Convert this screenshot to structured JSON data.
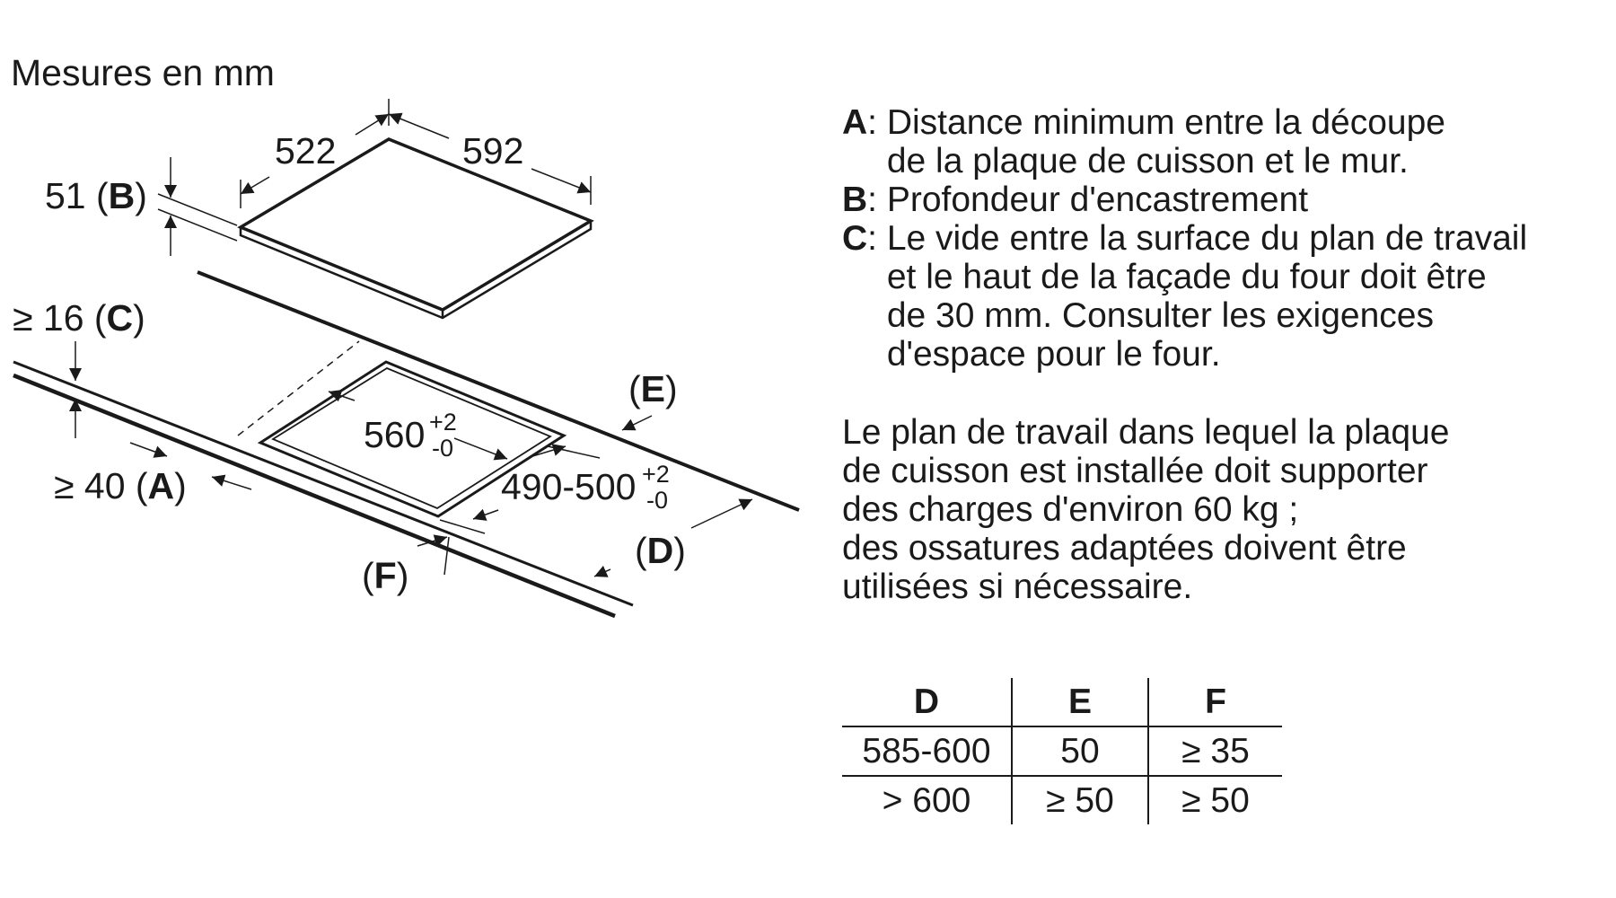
{
  "title": "Mesures en mm",
  "diagram": {
    "width_label": "522",
    "depth_label": "592",
    "b_value": "51 (",
    "b_letter": "B",
    "b_close": ")",
    "c_value": "≥ 16 (",
    "c_letter": "C",
    "c_close": ")",
    "a_value": "≥ 40 (",
    "a_letter": "A",
    "a_close": ")",
    "e_open": "(",
    "e_letter": "E",
    "e_close": ")",
    "d_open": "(",
    "d_letter": "D",
    "d_close": ")",
    "f_open": "(",
    "f_letter": "F",
    "f_close": ")",
    "cutout_width": "560",
    "cutout_width_tol_plus": "+2",
    "cutout_width_tol_minus": "-0",
    "cutout_depth": "490-500",
    "cutout_depth_tol_plus": "+2",
    "cutout_depth_tol_minus": "-0"
  },
  "legend": [
    {
      "key": "A",
      "lines": [
        "Distance minimum entre la découpe",
        "de la plaque de cuisson et le mur."
      ]
    },
    {
      "key": "B",
      "lines": [
        "Profondeur d'encastrement"
      ]
    },
    {
      "key": "C",
      "lines": [
        "Le vide entre la surface du plan de travail",
        "et le haut de la façade du four doit être",
        "de 30 mm. Consulter les exigences",
        "d'espace pour le four."
      ]
    }
  ],
  "note": [
    "Le plan de travail dans lequel la plaque",
    "de cuisson est installée doit supporter",
    "des charges d'environ 60 kg ;",
    "des ossatures adaptées doivent être",
    "utilisées si nécessaire."
  ],
  "table": {
    "headers": [
      "D",
      "E",
      "F"
    ],
    "rows": [
      [
        "585-600",
        "50",
        "≥ 35"
      ],
      [
        "> 600",
        "≥ 50",
        "≥ 50"
      ]
    ]
  }
}
